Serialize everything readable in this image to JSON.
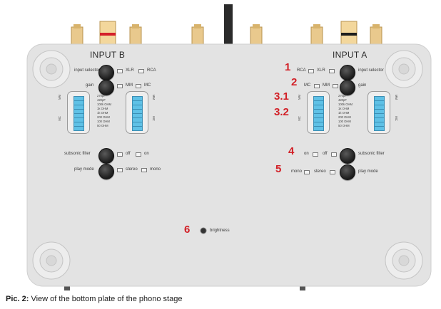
{
  "inputs": {
    "b": {
      "title": "INPUT B"
    },
    "a": {
      "title": "INPUT A"
    }
  },
  "controls": {
    "input_selector": "input selector",
    "xlr": "XLR",
    "rca": "RCA",
    "gain": "gain",
    "mm": "MM",
    "mc": "MC",
    "subsonic_filter": "subsonic filter",
    "off": "off",
    "on": "on",
    "play_mode": "play mode",
    "stereo": "stereo",
    "mono": "mono",
    "brightness": "brightness"
  },
  "dip_scale": [
    "270pF",
    "420pF",
    "100k OHM",
    "1k OHM",
    "1k OHM",
    "200 OHM",
    "100 OHM",
    "50 OHM"
  ],
  "markers": [
    "1",
    "2",
    "3.1",
    "3.2",
    "4",
    "5",
    "6"
  ],
  "caption": {
    "prefix": "Pic. 2:",
    "text": "View of the bottom plate of the phono stage"
  },
  "colors": {
    "plate": "#e3e3e3",
    "marker_red": "#d21f26",
    "dip_blue": "#5fc1e6",
    "knob": "#222222"
  }
}
